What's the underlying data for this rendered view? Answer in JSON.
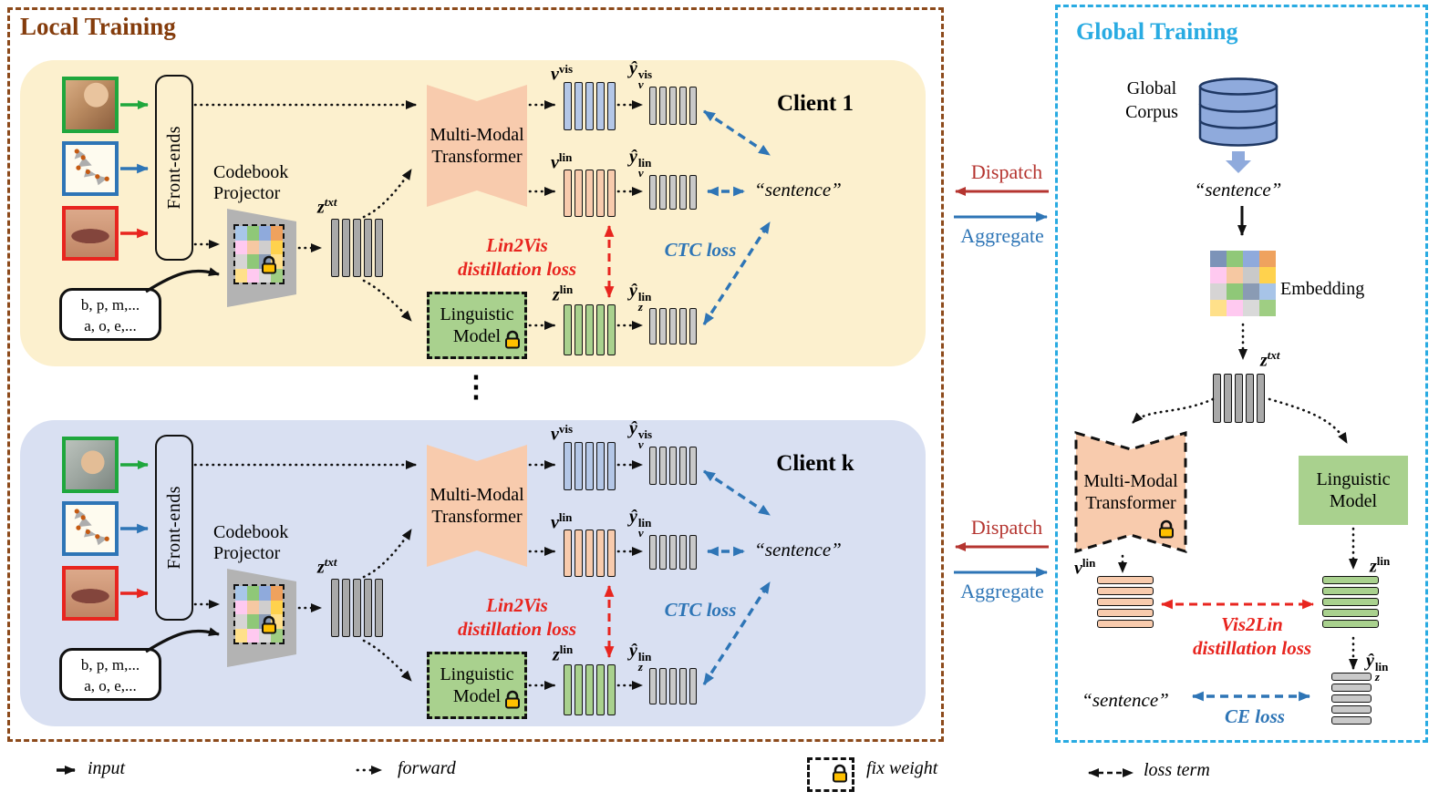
{
  "local": {
    "title": "Local Training",
    "clients": [
      {
        "name": "Client 1"
      },
      {
        "name": "Client k"
      }
    ],
    "ellipsis": "⋮",
    "front_ends": "Front-ends",
    "codebook_1": "Codebook",
    "codebook_2": "Projector",
    "phoneme_1": "b, p, m,...",
    "phoneme_2": "a, o, e,...",
    "mmt_1": "Multi-Modal",
    "mmt_2": "Transformer",
    "lm_1": "Linguistic",
    "lm_2": "Model",
    "lin2vis_1": "Lin2Vis",
    "lin2vis_2": "distillation loss",
    "ctc": "CTC loss",
    "sentence": "“sentence”"
  },
  "math": {
    "v": "v",
    "z": "z",
    "yhat": "ŷ",
    "vis": "vis",
    "lin": "lin",
    "txt": "txt"
  },
  "middle": {
    "dispatch": "Dispatch",
    "aggregate": "Aggregate"
  },
  "global": {
    "title": "Global Training",
    "corpus_1": "Global",
    "corpus_2": "Corpus",
    "sentence": "“sentence”",
    "embedding": "Embedding",
    "mmt_1": "Multi-Modal",
    "mmt_2": "Transformer",
    "lm_1": "Linguistic",
    "lm_2": "Model",
    "vis2lin_1": "Vis2Lin",
    "vis2lin_2": "distillation loss",
    "ce": "CE loss"
  },
  "legend": {
    "input": "input",
    "forward": "forward",
    "fix_weight": "fix weight",
    "loss_term": "loss term"
  },
  "colors": {
    "local_border": "#8C4A1B",
    "local_title": "#843C0C",
    "global_accent": "#29ABE2",
    "client1_bg": "#FCF0CE",
    "clientk_bg": "#D9E0F2",
    "transformer_fill": "#F8CBAD",
    "linguistic_fill": "#A9D18E",
    "vis_bars": "#B4C7E7",
    "lin_bars": "#F8CBAD",
    "z_bars": "#A9D18E",
    "logit_bars": "#C9C9C9",
    "loss_red": "#E8251F",
    "dispatch_red": "#B53530",
    "loss_blue": "#2E75B6",
    "database_fill": "#8FAADC",
    "lock_gold": "#FFC000"
  },
  "grids": {
    "embedding": [
      "#7C93B8",
      "#90C878",
      "#8FAADC",
      "#EFA25E",
      "#FFC9F0",
      "#F6C8A2",
      "#C9C9C9",
      "#FFD24D",
      "#D6D4D4",
      "#8FC878",
      "#8A9BB4",
      "#A7C4E8",
      "#FFE08A",
      "#FFC9F0",
      "#D9D9D9",
      "#9FCE83"
    ],
    "codebook": [
      "#A8C6E8",
      "#8FC878",
      "#8FAADC",
      "#EFA25E",
      "#FFC9F0",
      "#F6C8A2",
      "#D0CECE",
      "#FFD24D",
      "#D6D4D4",
      "#8FC878",
      "#8A9BB4",
      "#FFE08A",
      "#FFE08A",
      "#FFC9F0",
      "#D9D9D9",
      "#9FCE83"
    ]
  }
}
